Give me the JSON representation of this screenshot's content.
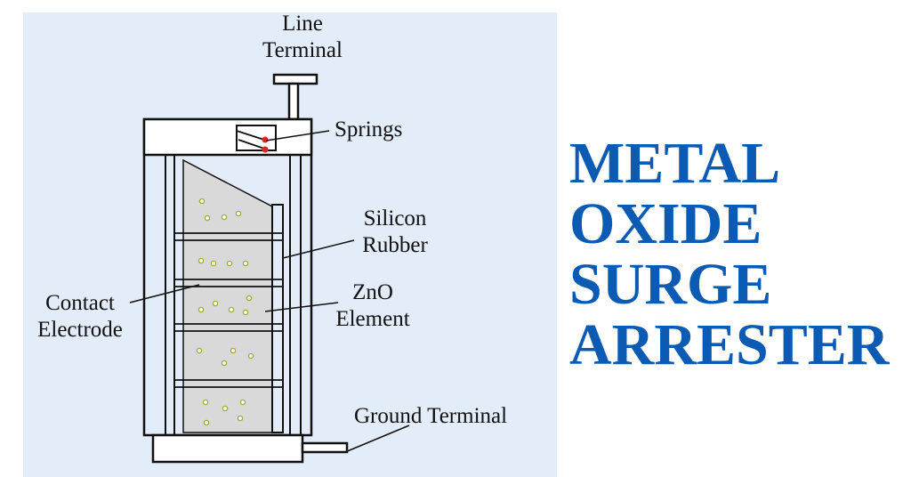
{
  "title": {
    "lines": [
      "METAL",
      "OXIDE",
      "SURGE",
      "ARRESTER"
    ],
    "color": "#0b5bb5"
  },
  "labels": {
    "line_terminal": [
      "Line",
      "Terminal"
    ],
    "springs": "Springs",
    "silicon_rubber": [
      "Silicon",
      "Rubber"
    ],
    "zno_element": [
      "ZnO",
      "Element"
    ],
    "contact_electrode": [
      "Contact",
      "Electrode"
    ],
    "ground_terminal": "Ground Terminal"
  },
  "colors": {
    "panel_bg": "#e3ecf9",
    "stroke": "#111111",
    "element_fill": "#d9d9d9",
    "spring_dot": "#e0241f",
    "grain": "#c7cc6a"
  }
}
